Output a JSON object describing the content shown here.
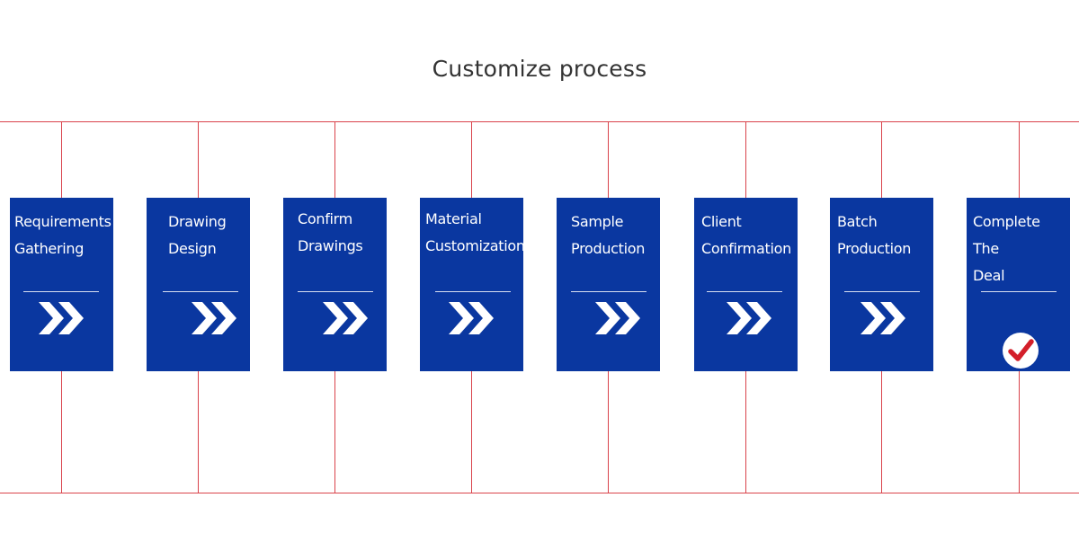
{
  "title": "Customize process",
  "colors": {
    "card": "#0a37a0",
    "grid": "#d9434b",
    "check": "#d31f2a"
  },
  "steps": [
    {
      "label": "Requirements\nGathering",
      "icon": "chevrons-right-icon"
    },
    {
      "label": "Drawing\nDesign",
      "icon": "chevrons-right-icon"
    },
    {
      "label": "Confirm\nDrawings",
      "icon": "chevrons-right-icon"
    },
    {
      "label": "Material\nCustomization",
      "icon": "chevrons-right-icon"
    },
    {
      "label": "Sample\nProduction",
      "icon": "chevrons-right-icon"
    },
    {
      "label": "Client\nConfirmation",
      "icon": "chevrons-right-icon"
    },
    {
      "label": "Batch\nProduction",
      "icon": "chevrons-right-icon"
    },
    {
      "label": "Complete The\nDeal",
      "icon": "checkmark-icon"
    }
  ]
}
